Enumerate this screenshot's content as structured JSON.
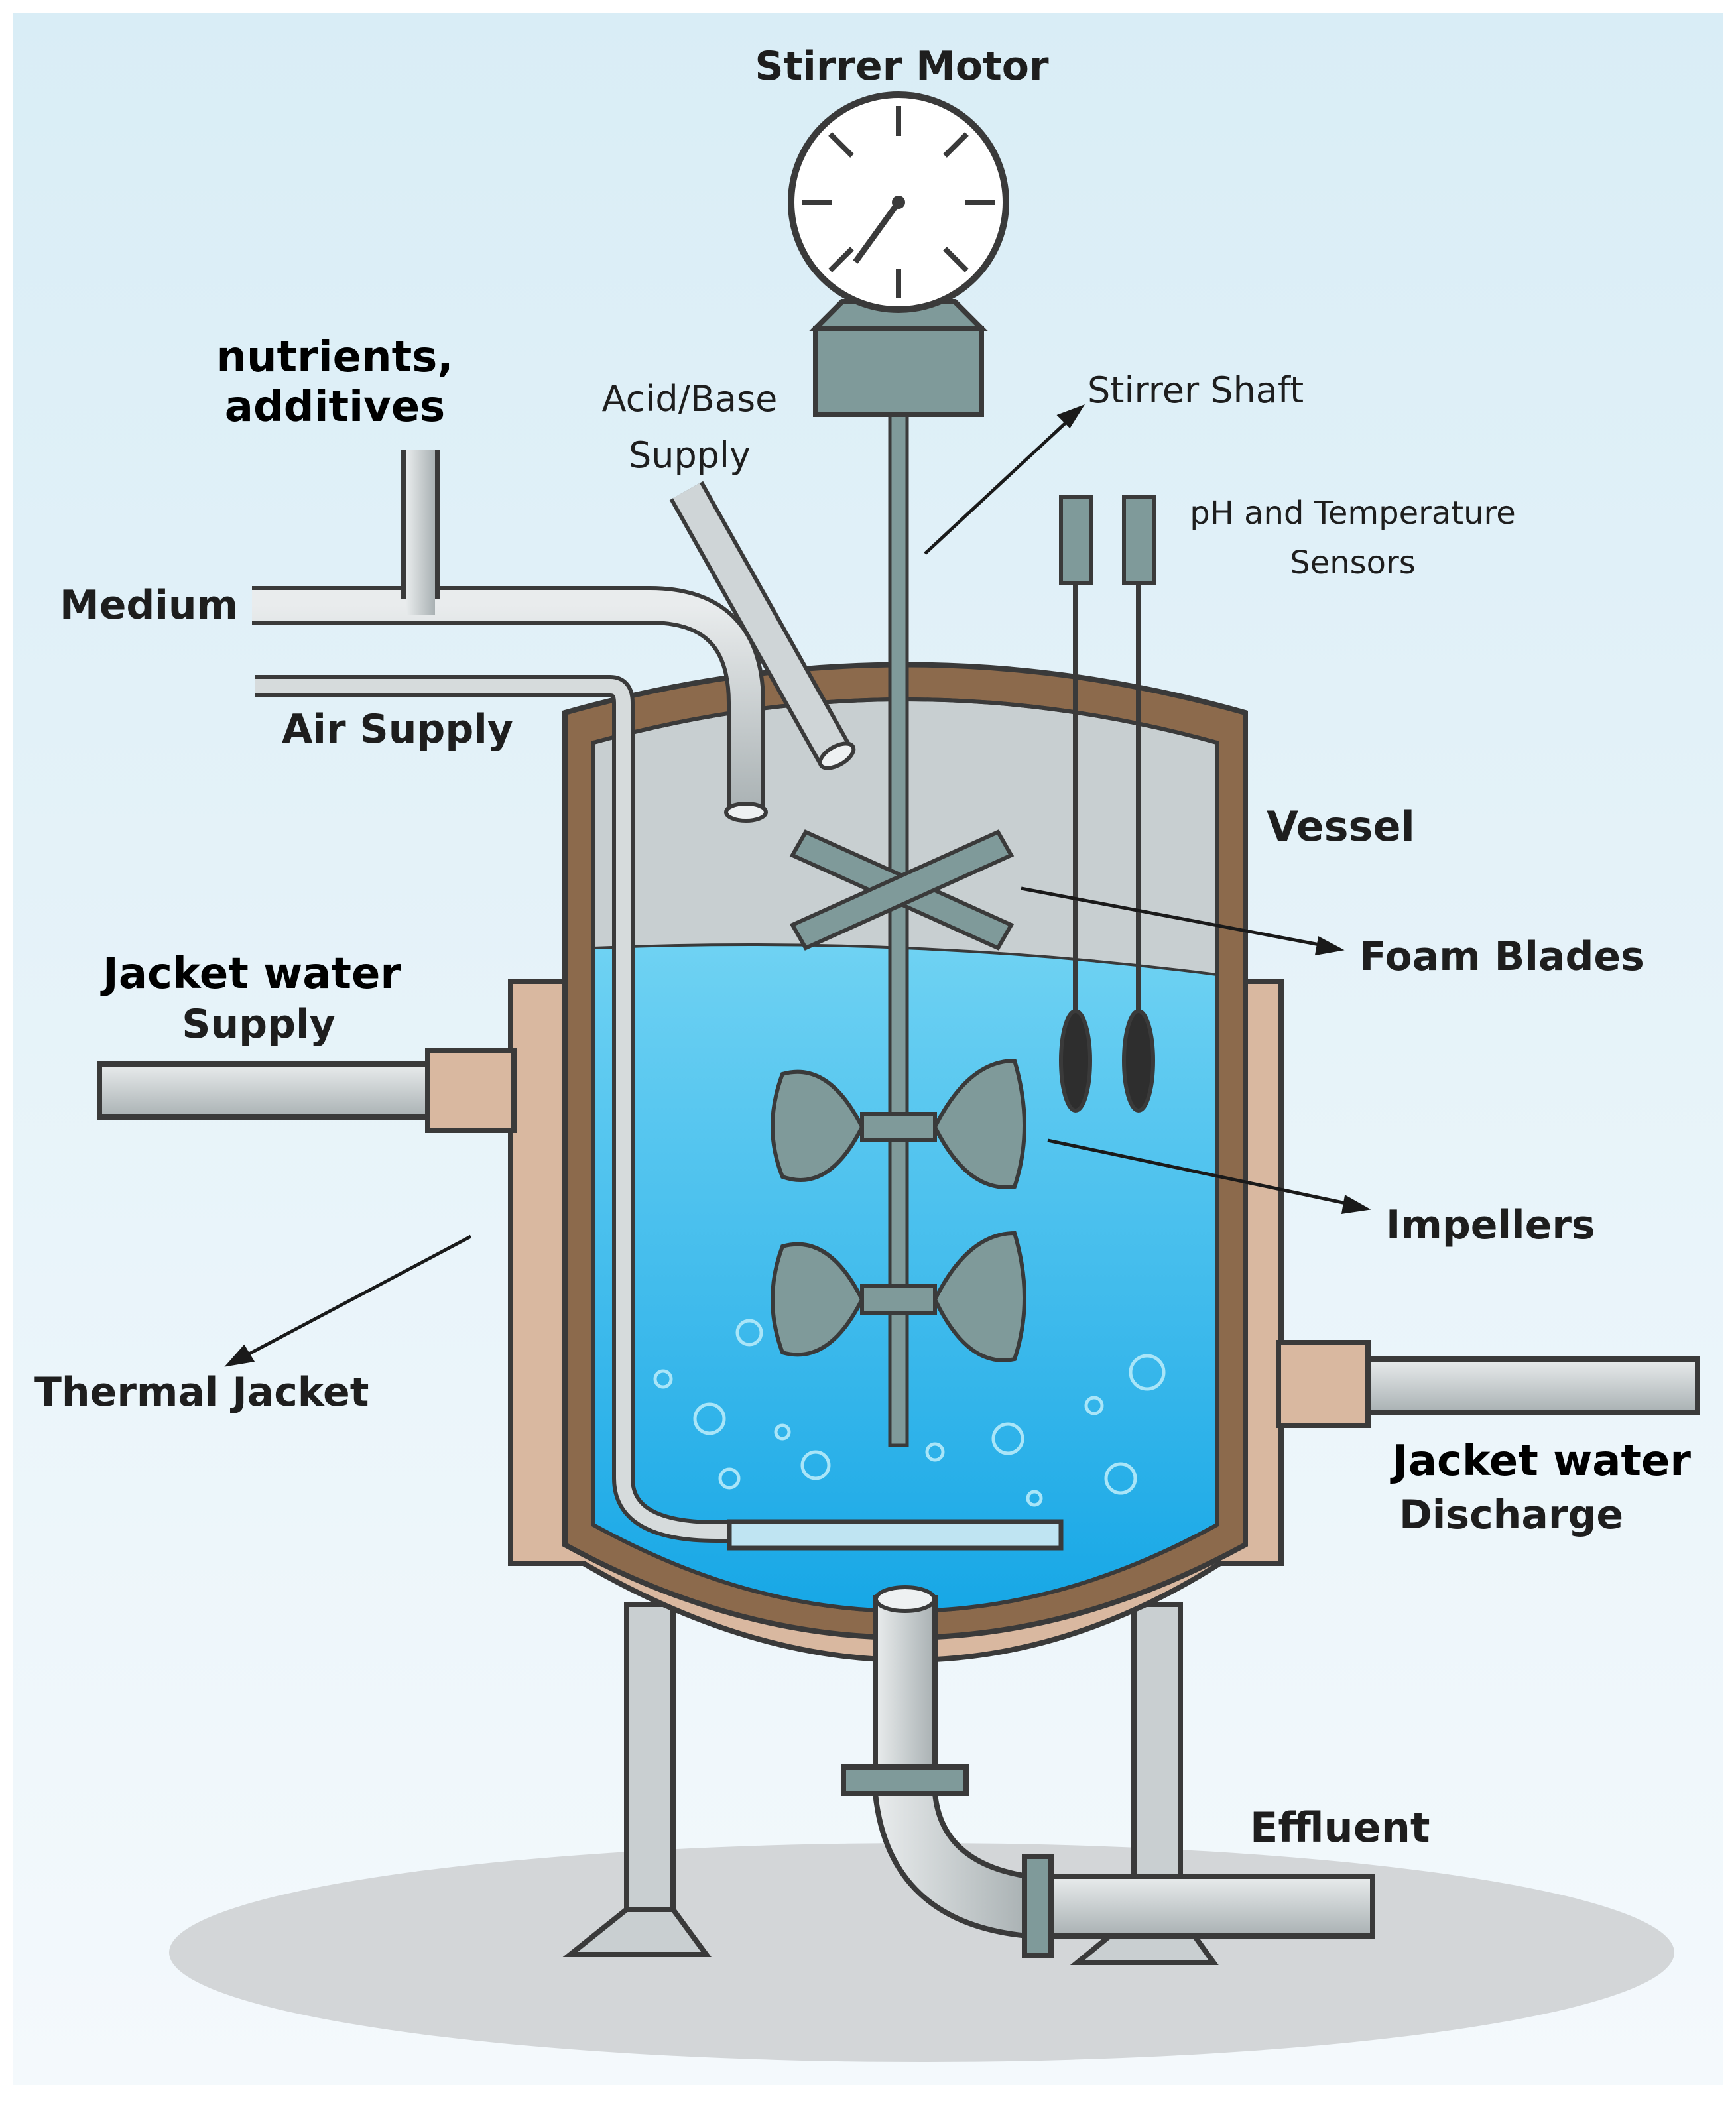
{
  "labels": {
    "stirrer_motor": "Stirrer Motor",
    "nutrients_line1": "nutrients,",
    "nutrients_line2": "additives",
    "acid_base_line1": "Acid/Base",
    "acid_base_line2": "Supply",
    "stirrer_shaft": "Stirrer Shaft",
    "sensors_line1": "pH and Temperature",
    "sensors_line2": "Sensors",
    "medium": "Medium",
    "air_supply": "Air Supply",
    "vessel": "Vessel",
    "foam_blades": "Foam Blades",
    "jacket_supply_line1": "Jacket water",
    "jacket_supply_line2": "Supply",
    "impellers": "Impellers",
    "thermal_jacket": "Thermal Jacket",
    "jacket_discharge_line1": "Jacket water",
    "jacket_discharge_line2": "Discharge",
    "effluent": "Effluent"
  },
  "colors": {
    "background_top": "#d9edf6",
    "background_bottom": "#f4f9fc",
    "jacket_fill": "#d9b8a0",
    "vessel_wall": "#8c6a4c",
    "headspace": "#c8cfd1",
    "liquid_top": "#6fd2f3",
    "liquid_bottom": "#17a7e6",
    "metal": "#7f9a9a",
    "pipe": "#c9cfd1",
    "outline": "#3a3a3a",
    "shadow": "#d3d6d8"
  }
}
